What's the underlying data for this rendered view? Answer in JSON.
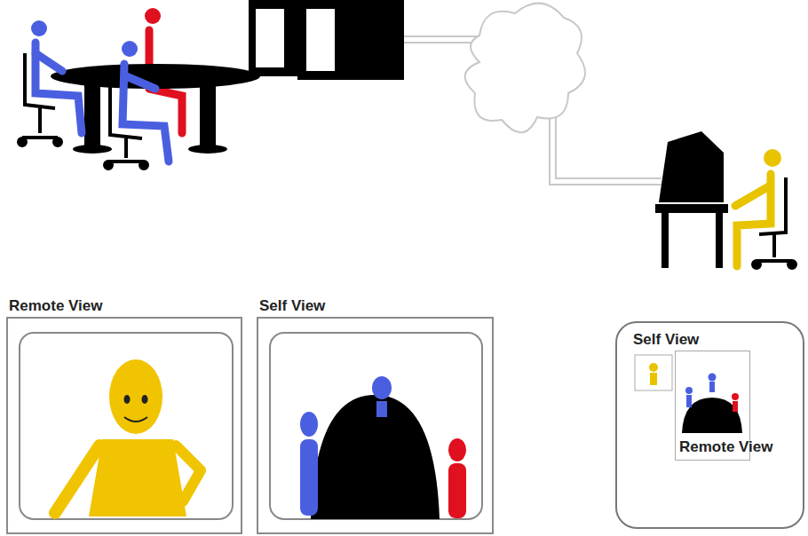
{
  "diagram": {
    "nodes": [
      {
        "text": [
          "Remote View"
        ]
      },
      {
        "text": [
          "Self View"
        ]
      },
      {
        "text": [
          "Self View"
        ]
      },
      {
        "text": [
          "Remote View"
        ],
        "in": 2
      }
    ]
  }
}
